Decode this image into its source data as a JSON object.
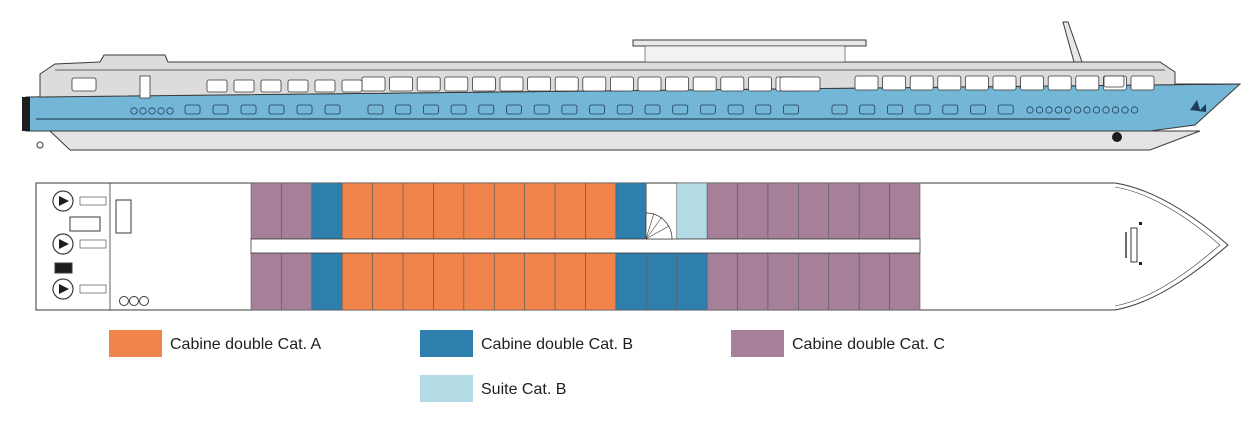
{
  "colors": {
    "cat_a": "#f0844b",
    "cat_b": "#2e7fad",
    "cat_c": "#a67f98",
    "suite_b": "#b4dae6",
    "hull_blue": "#74b6d5",
    "outline": "#3a3a3a",
    "hull_grey": "#d9d9d9"
  },
  "legend": {
    "cat_a": "Cabine double Cat. A",
    "cat_b": "Cabine double Cat. B",
    "cat_c": "Cabine double Cat. C",
    "suite_b": "Suite Cat. B"
  },
  "deck_plan": {
    "top_row": [
      "C",
      "C",
      "B",
      "A",
      "A",
      "A",
      "A",
      "A",
      "A",
      "A",
      "A",
      "A",
      "B",
      "stair",
      "S",
      "C",
      "C",
      "C",
      "C",
      "C",
      "C",
      "C"
    ],
    "bottom_row": [
      "C",
      "C",
      "B",
      "A",
      "A",
      "A",
      "A",
      "A",
      "A",
      "A",
      "A",
      "A",
      "B",
      "B",
      "B",
      "C",
      "C",
      "C",
      "C",
      "C",
      "C",
      "C"
    ]
  }
}
